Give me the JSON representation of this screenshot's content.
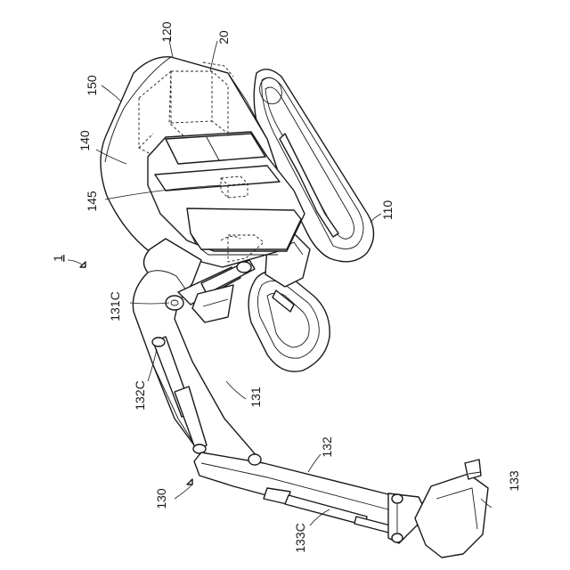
{
  "labels": {
    "machine": "1",
    "work_machine_body": "110",
    "upper_structure": "120",
    "counterweight_region": "150",
    "cab": "140",
    "cab_internal": "145",
    "controller": "20",
    "boom": "131",
    "boom_cylinder": "131C",
    "arm": "132",
    "arm_cylinder": "132C",
    "attachment": "130",
    "bucket": "133",
    "bucket_cylinder": "133C"
  }
}
